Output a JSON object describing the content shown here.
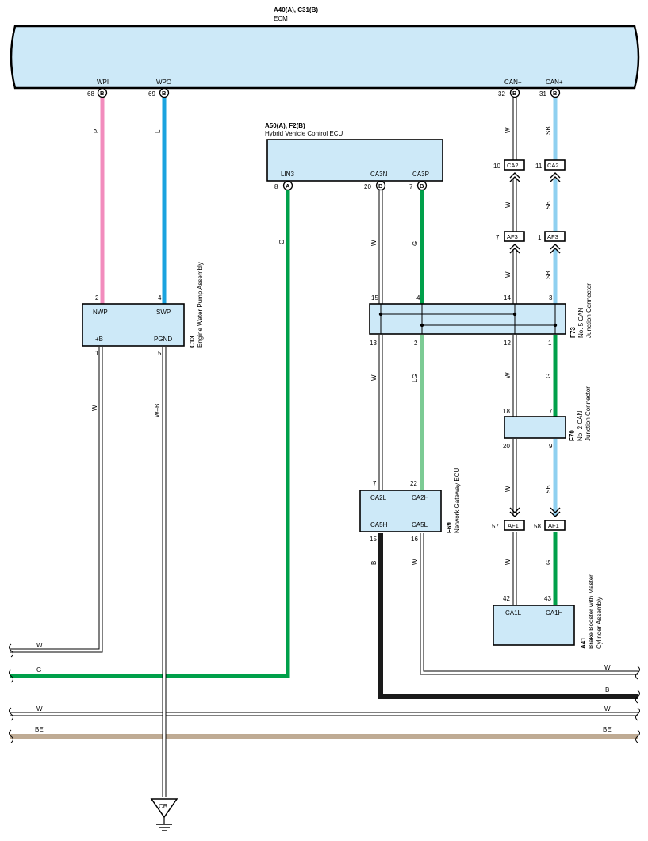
{
  "colors": {
    "background": "#ffffff",
    "box_fill": "#cde9f8",
    "P": "#f28cbd",
    "L": "#1aa3df",
    "G": "#00a04a",
    "LG": "#7ccb94",
    "SB": "#8fd0f0",
    "B": "#1a1a1a",
    "BE": "#bfab94"
  },
  "ecm": {
    "ref": "A40(A), C31(B)",
    "name": "ECM",
    "pins": {
      "wpi": {
        "label": "WPI",
        "num": "68",
        "conn": "B"
      },
      "wpo": {
        "label": "WPO",
        "num": "69",
        "conn": "B"
      },
      "can_minus": {
        "label": "CAN−",
        "num": "32",
        "conn": "B"
      },
      "can_plus": {
        "label": "CAN+",
        "num": "31",
        "conn": "B"
      }
    }
  },
  "hv_ecu": {
    "ref": "A50(A), F2(B)",
    "name": "Hybrid Vehicle Control ECU",
    "pins": {
      "lin3": {
        "label": "LIN3",
        "num": "8",
        "conn": "A"
      },
      "ca3n": {
        "label": "CA3N",
        "num": "20",
        "conn": "B"
      },
      "ca3p": {
        "label": "CA3P",
        "num": "7",
        "conn": "B"
      }
    }
  },
  "pump": {
    "code": "C13",
    "name": "Engine Water Pump Assembly",
    "pins": {
      "nwp": {
        "label": "NWP",
        "num": "2"
      },
      "swp": {
        "label": "SWP",
        "num": "4"
      },
      "plusb": {
        "label": "+B",
        "num": "1"
      },
      "pgnd": {
        "label": "PGND",
        "num": "5"
      }
    }
  },
  "f73": {
    "code": "F73",
    "name1": "No. 5 CAN",
    "name2": "Junction Connector",
    "pins": {
      "p15": "15",
      "p4": "4",
      "p14": "14",
      "p3": "3",
      "p13": "13",
      "p2": "2",
      "p12": "12",
      "p1": "1"
    }
  },
  "f70": {
    "code": "F70",
    "name1": "No. 2 CAN",
    "name2": "Junction Connector",
    "pins": {
      "p18": "18",
      "p7": "7",
      "p20": "20",
      "p9": "9"
    }
  },
  "gateway": {
    "code": "F69",
    "name": "Network Gateway ECU",
    "pins": {
      "ca2l": {
        "label": "CA2L",
        "num": "7"
      },
      "ca2h": {
        "label": "CA2H",
        "num": "22"
      },
      "ca5h": {
        "label": "CA5H",
        "num": "15"
      },
      "ca5l": {
        "label": "CA5L",
        "num": "16"
      }
    }
  },
  "brake": {
    "code": "A41",
    "name1": "Brake Booster with Master",
    "name2": "Cylinder Assembly",
    "pins": {
      "ca1l": {
        "label": "CA1L",
        "num": "42"
      },
      "ca1h": {
        "label": "CA1H",
        "num": "43"
      }
    }
  },
  "connectors": {
    "ca2_a": {
      "num": "10",
      "label": "CA2"
    },
    "ca2_b": {
      "num": "11",
      "label": "CA2"
    },
    "af3_a": {
      "num": "7",
      "label": "AF3"
    },
    "af3_b": {
      "num": "1",
      "label": "AF3"
    },
    "af1_a": {
      "num": "57",
      "label": "AF1"
    },
    "af1_b": {
      "num": "58",
      "label": "AF1"
    }
  },
  "wire_labels": {
    "p": "P",
    "l": "L",
    "w1": "W",
    "sb1": "SB",
    "g1": "G",
    "w2": "W",
    "g2": "G",
    "w3": "W",
    "sb2": "SB",
    "w4": "W",
    "sb3": "SB",
    "w5": "W",
    "wb": "W–B",
    "w6": "W",
    "lg": "LG",
    "w7": "W",
    "g3": "G",
    "w8": "W",
    "sb4": "SB",
    "b1": "B",
    "w9": "W",
    "w10": "W",
    "g4": "G"
  },
  "bus_labels": {
    "w_left1": "W",
    "g_left": "G",
    "w_left2": "W",
    "be_left": "BE",
    "w_right1": "W",
    "b_right": "B",
    "w_right2": "W",
    "be_right": "BE"
  },
  "ground": {
    "label": "CB"
  }
}
